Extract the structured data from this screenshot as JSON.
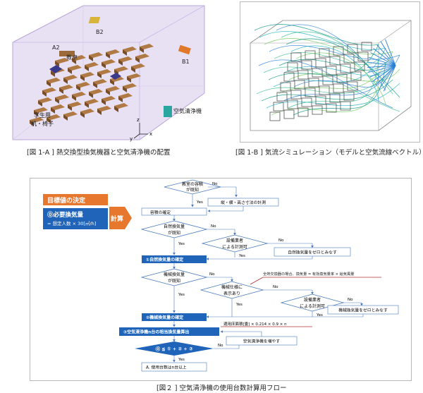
{
  "fig1a": {
    "caption": "[図 1-A ] 熱交換型換気機器と空気清浄機の配置",
    "labels": {
      "b2": "B2",
      "a2": "A2",
      "b1": "B1",
      "kyotaku": "教卓",
      "air_cleaner": "空気清浄機",
      "desk_line1": "学生用",
      "desk_line2": "机・椅子",
      "axis_z": "z",
      "axis_y": "y",
      "axis_x": "x"
    },
    "colors": {
      "room_fill": "#e6ddf2",
      "desk": "#9a6a3a",
      "b2": "#d9b43a",
      "b1": "#e07a2a",
      "a2": "#3a3a8a",
      "cleaner": "#2aa6a0"
    }
  },
  "fig1b": {
    "caption": "[図 1-B ] 気流シミュレーション（モデルと空気流線ベクトル）"
  },
  "fig2": {
    "caption": "[図２ ] 空気清浄機の使用台数計算用フロー",
    "header_title": "目標値の決定",
    "required_title": "⓪必要換気量",
    "required_formula": "= 想定人数 × 30[㎥/h]",
    "calc_label": "計算",
    "d1_line1": "教室の容積",
    "d1_line2": "が既知",
    "no1": "No",
    "yes1": "Yes",
    "r1": "縦・横・高さ寸法の計測",
    "p1": "容積の確定",
    "d2_line1": "自然換気量",
    "d2_line2": "が既知",
    "no2": "No",
    "yes2": "Yes",
    "d3_line1": "設備業者",
    "d3_line2": "による計測可",
    "no3": "No",
    "yes3": "Yes",
    "r3": "自然換気量をゼロとみなす",
    "s1": "①自然換気量の確定",
    "d4_line1": "機械換気量",
    "d4_line2": "が既知",
    "no4": "No",
    "yes4": "Yes",
    "note_total": "全熱交換器の場合、換気量 = 有効換気量率 × 給気風量",
    "d5_line1": "機械仕様に",
    "d5_line2": "表示あり",
    "no5": "No",
    "yes5": "Yes",
    "d6_line1": "設備業者",
    "d6_line2": "による計測可",
    "no6": "No",
    "yes6": "Yes",
    "r6": "機械換気量をゼロとみなす",
    "s2": "②機械換気量の確定",
    "formula_note": "適用床面積[畳] × 0.214 × 0.9 × n",
    "s3": "③空気清浄機n台の相当換気量算出",
    "d7": "⓪ ≦ ① + ② + ③",
    "no7": "No",
    "yes7": "Yes",
    "r7": "空気清浄機を増やす",
    "final": "A. 使用台数はn台以上",
    "colors": {
      "orange": "#e8772e",
      "blue": "#1f64b8",
      "line": "#4a7ab8",
      "red": "#b33030"
    }
  }
}
